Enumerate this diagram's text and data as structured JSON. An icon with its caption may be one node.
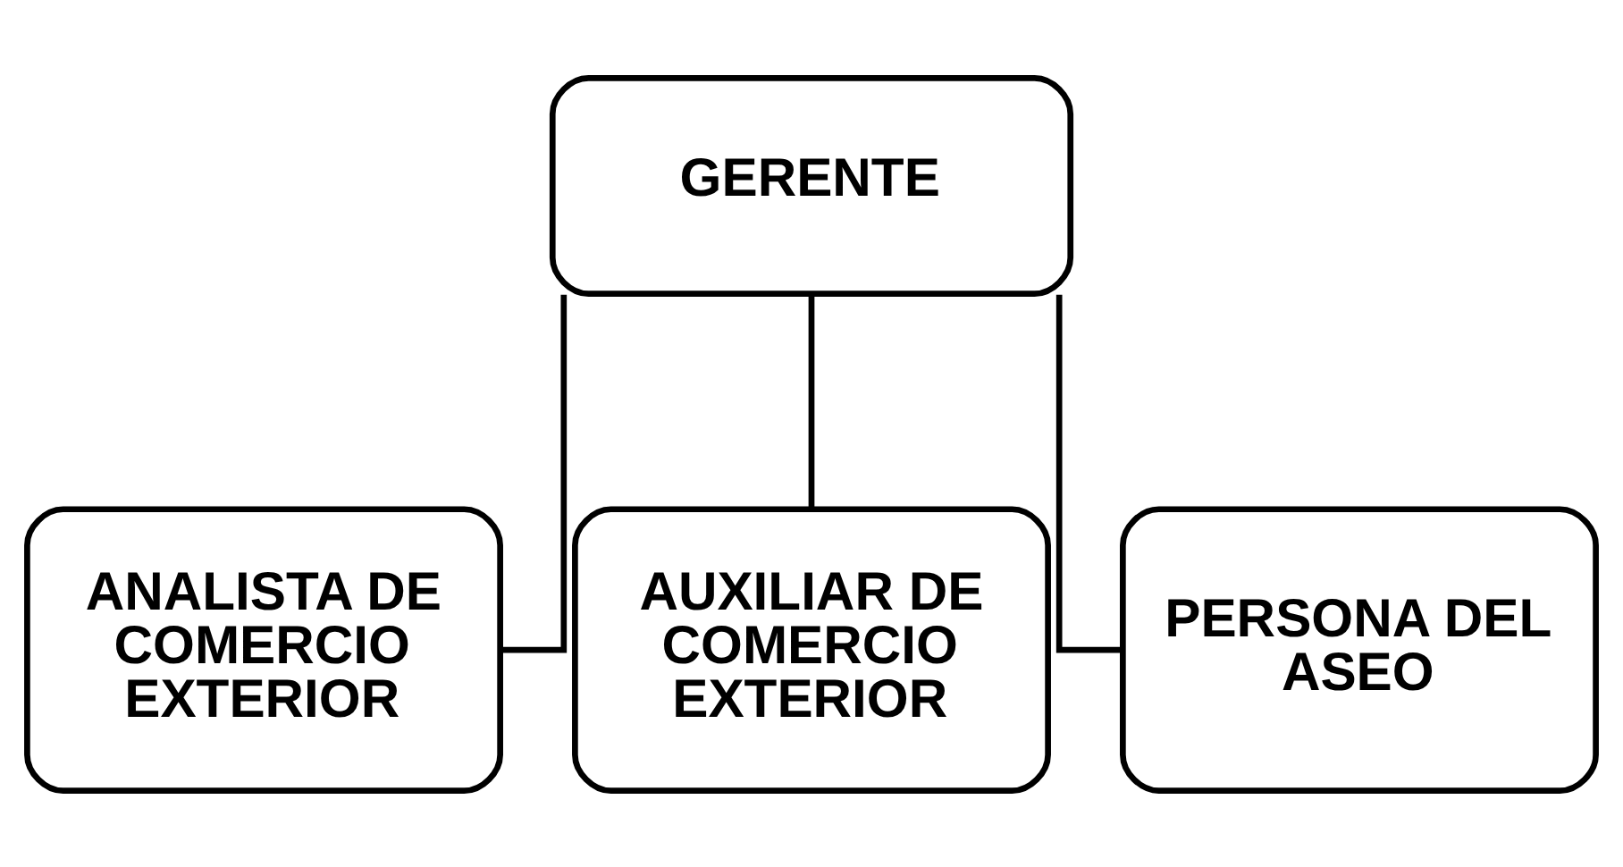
{
  "diagram": {
    "nodes": [
      {
        "text": [
          "GERENTE"
        ]
      },
      {
        "text": [
          "ANALISTA DE COMERCIO EXTERIOR"
        ]
      },
      {
        "text": [
          "AUXILIAR DE COMERCIO EXTERIOR"
        ]
      },
      {
        "text": [
          "PERSONA DEL ASEO"
        ]
      }
    ],
    "edges": [
      {
        "from": 0,
        "to": 1,
        "arrow": "none"
      },
      {
        "from": 0,
        "to": 2,
        "arrow": "none"
      },
      {
        "from": 0,
        "to": 3,
        "arrow": "none"
      }
    ]
  }
}
